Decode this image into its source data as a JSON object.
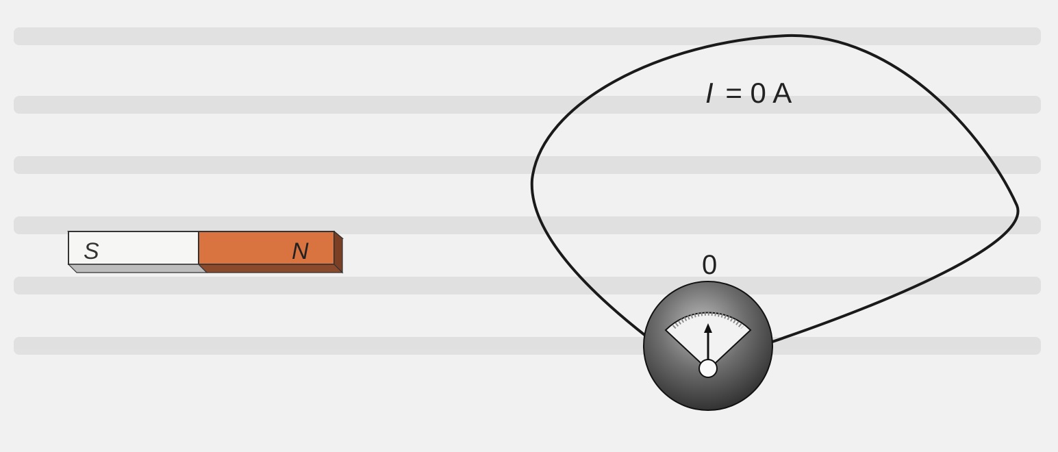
{
  "magnet": {
    "south_label": "S",
    "north_label": "N",
    "colors": {
      "south": "#f6f6f4",
      "north": "#d9733f",
      "north_side": "#8b4a2b",
      "south_side": "#bdbdbd"
    }
  },
  "circuit": {
    "current_label": "I = 0 A",
    "current_symbol": "I",
    "current_value": "= 0 A",
    "meter_reading": "0",
    "needle_deflection": 0
  }
}
